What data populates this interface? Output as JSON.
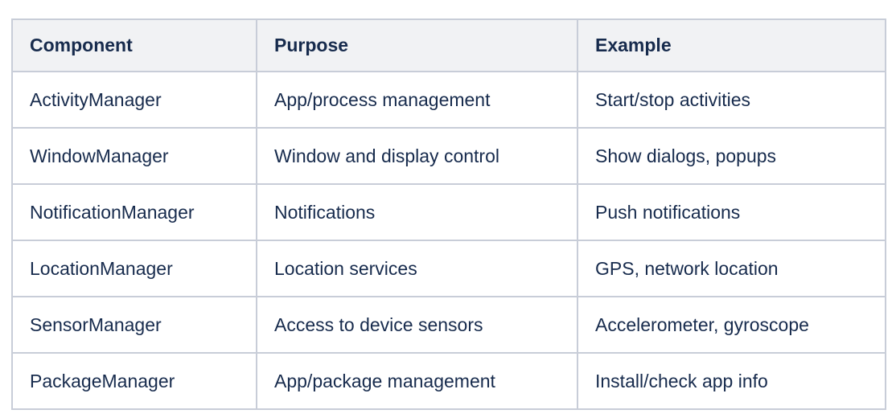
{
  "table": {
    "columns": [
      "Component",
      "Purpose",
      "Example"
    ],
    "rows": [
      [
        "ActivityManager",
        "App/process management",
        "Start/stop activities"
      ],
      [
        "WindowManager",
        "Window and display control",
        "Show dialogs, popups"
      ],
      [
        "NotificationManager",
        "Notifications",
        "Push notifications"
      ],
      [
        "LocationManager",
        "Location services",
        "GPS, network location"
      ],
      [
        "SensorManager",
        "Access to device sensors",
        "Accelerometer, gyroscope"
      ],
      [
        "PackageManager",
        "App/package management",
        "Install/check app info"
      ]
    ],
    "colors": {
      "header_bg": "#f1f2f4",
      "border": "#c8cdd8",
      "text": "#172b4d",
      "row_bg": "#ffffff"
    }
  }
}
